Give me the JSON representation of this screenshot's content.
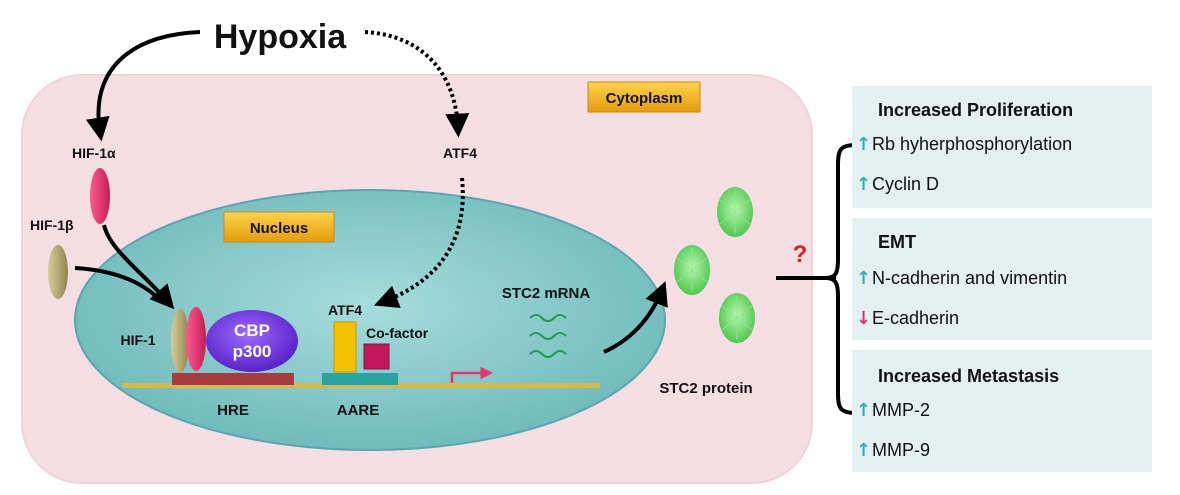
{
  "diagram": {
    "title": "Hypoxia",
    "compartments": {
      "cytoplasm": "Cytoplasm",
      "nucleus": "Nucleus"
    },
    "labels": {
      "hif1a": "HIF-1α",
      "hif1b": "HIF-1β",
      "atf4_cytoplasm": "ATF4",
      "atf4_nucleus": "ATF4",
      "hif1": "HIF-1",
      "cbp_line1": "CBP",
      "cbp_line2": "p300",
      "cofactor": "Co-factor",
      "hre": "HRE",
      "aare": "AARE",
      "stc2_mrna": "STC2 mRNA",
      "stc2_protein": "STC2 protein",
      "question": "?"
    },
    "colors": {
      "cytoplasm": "#f7e1e6",
      "nucleus": "#7cc2c2",
      "tag_gold": "#f5b41a",
      "hif1a": "#e8336d",
      "hif1b": "#b7ab6d",
      "cbp": "#7a3df0",
      "dna": "#d8b84a",
      "hre_bar": "#a83c3c",
      "aare_bar": "#2aa3a3",
      "cofactor": "#c2185b",
      "atf4_block": "#f2c200",
      "stc2": "#6bd96b",
      "question": "#e02020"
    }
  },
  "panel": {
    "sections": [
      {
        "title": "Increased Proliferation",
        "items": [
          {
            "direction": "up",
            "text": "Rb hyherphosphorylation"
          },
          {
            "direction": "up",
            "text": "Cyclin D"
          }
        ]
      },
      {
        "title": "EMT",
        "items": [
          {
            "direction": "up",
            "text": "N-cadherin and vimentin"
          },
          {
            "direction": "down",
            "text": "E-cadherin"
          }
        ]
      },
      {
        "title": "Increased Metastasis",
        "items": [
          {
            "direction": "up",
            "text": "MMP-2"
          },
          {
            "direction": "up",
            "text": "MMP-9"
          }
        ]
      }
    ],
    "icons": {
      "up": "arrow-up-icon",
      "down": "arrow-down-icon"
    }
  }
}
